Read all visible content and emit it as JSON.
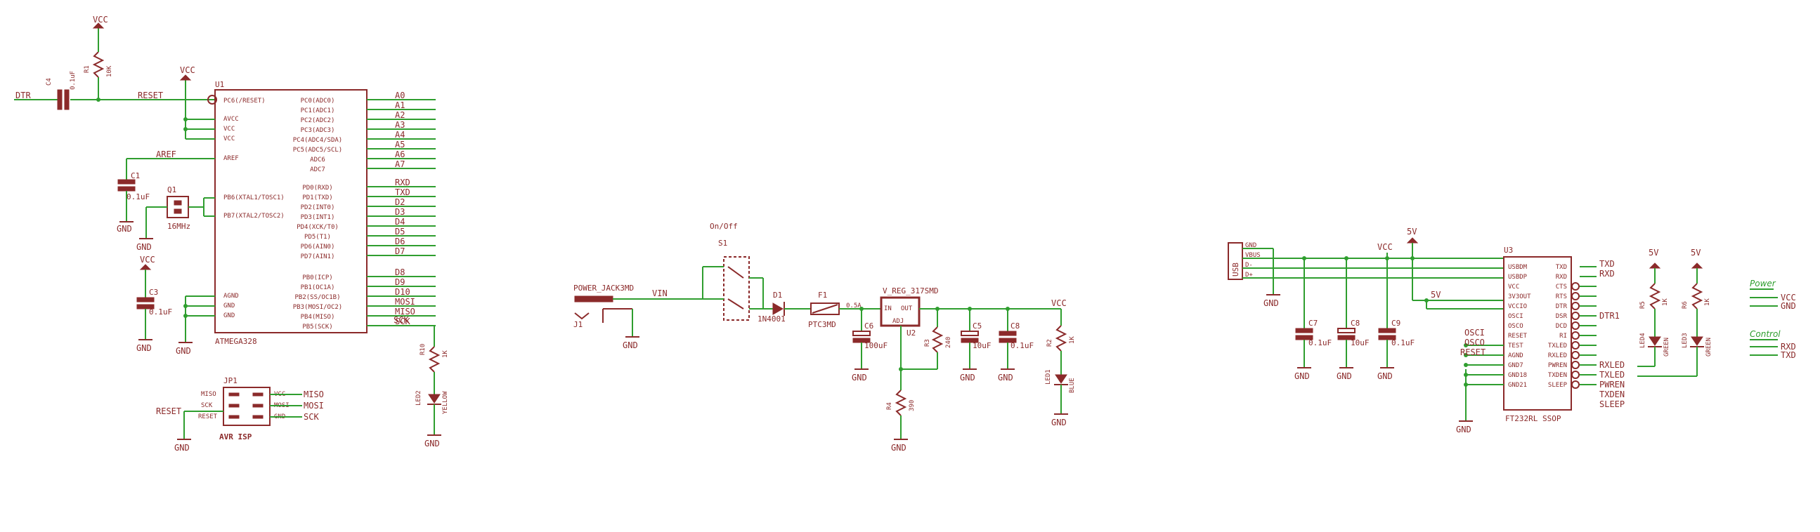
{
  "colors": {
    "wire": "#2f9e2f",
    "component": "#8b2a2a",
    "background": "#ffffff"
  },
  "mcu": {
    "ref": "U1",
    "part": "ATMEGA328",
    "left_pins": [
      "PC6(/RESET)",
      "AVCC",
      "VCC",
      "VCC",
      "AREF",
      "PB6(XTAL1/TOSC1)",
      "PB7(XTAL2/TOSC2)",
      "AGND",
      "GND",
      "GND"
    ],
    "right_pins_c": [
      "PC0(ADC0)",
      "PC1(ADC1)",
      "PC2(ADC2)",
      "PC3(ADC3)",
      "PC4(ADC4/SDA)",
      "PC5(ADC5/SCL)",
      "ADC6",
      "ADC7"
    ],
    "right_pins_d": [
      "PD0(RXD)",
      "PD1(TXD)",
      "PD2(INT0)",
      "PD3(INT1)",
      "PD4(XCK/T0)",
      "PD5(T1)",
      "PD6(AIN0)",
      "PD7(AIN1)"
    ],
    "right_pins_b": [
      "PB0(ICP)",
      "PB1(OC1A)",
      "PB2(SS/OC1B)",
      "PB3(MOSI/OC2)",
      "PB4(MISO)",
      "PB5(SCK)"
    ],
    "nets_c": [
      "A0",
      "A1",
      "A2",
      "A3",
      "A4",
      "A5",
      "A6",
      "A7"
    ],
    "nets_d": [
      "RXD",
      "TXD",
      "D2",
      "D3",
      "D4",
      "D5",
      "D6",
      "D7"
    ],
    "nets_b": [
      "D8",
      "D9",
      "D10",
      "MOSI",
      "MISO",
      "SCK"
    ]
  },
  "labels": {
    "vcc": "VCC",
    "gnd": "GND",
    "v5": "5V",
    "reset": "RESET",
    "aref": "AREF",
    "dtr": "DTR",
    "mosi": "MOSI",
    "miso": "MISO",
    "sck": "SCK",
    "rxd": "RXD",
    "txd": "TXD",
    "vin": "VIN",
    "osci": "OSCI",
    "osco": "OSCO",
    "dtr1": "DTR1",
    "rxled": "RXLED",
    "txled": "TXLED",
    "pwren": "PWREN",
    "txden": "TXDEN",
    "sleep": "SLEEP"
  },
  "parts": {
    "r_reset": "R1",
    "r_reset_val": "10K",
    "c_dtr": "C4",
    "c_dtr_val": "0.1uF",
    "c_aref": "C1",
    "c_aref_val": "0.1uF",
    "crystal": "Q1",
    "crystal_val": "16MHz",
    "c_vcc": "C3",
    "c_vcc_val": "0.1uF",
    "isp": "JP1",
    "isp_name": "AVR ISP",
    "isp_pins_left": [
      "MISO",
      "SCK",
      "RESET"
    ],
    "isp_pins_right": [
      "VCC",
      "MOSI",
      "GND"
    ],
    "led_sck_r": "R10",
    "led_sck_r_val": "1K",
    "led_sck": "LED2",
    "led_sck_col": "YELLOW",
    "jack": "POWER_JACK3MD",
    "jack_ref": "J1",
    "switch": "S1",
    "switch_name": "On/Off",
    "diode": "D1",
    "diode_val": "1N4001",
    "fuse": "F1",
    "fuse_val": "PTC3MD",
    "fuse_rating": "0.5A",
    "c_in": "C6",
    "c_in_val": "100uF",
    "vreg": "V_REG_317SMD",
    "vreg_ref": "U2",
    "vreg_in": "IN",
    "vreg_out": "OUT",
    "vreg_adj": "ADJ",
    "r_adj1": "R3",
    "r_adj1_val": "240",
    "r_adj2": "R4",
    "r_adj2_val": "390",
    "c_out1": "C5",
    "c_out1_val": "10uF",
    "c_out2": "C8",
    "c_out2_val": "0.1uF",
    "r_pwr": "R2",
    "r_pwr_val": "1K",
    "led_pwr": "LED1",
    "led_pwr_col": "BLUE",
    "usb": "USB",
    "usb_pins": [
      "GND",
      "VBUS",
      "D-",
      "D+"
    ],
    "ftdi": "U3",
    "ftdi_part": "FT232RL SSOP",
    "ftdi_left": [
      "USBDM",
      "USBDP",
      "VCC",
      "3V3OUT",
      "VCCIO",
      "OSCI",
      "OSCO",
      "RESET",
      "TEST",
      "AGND",
      "GND7",
      "GND18",
      "GND21"
    ],
    "ftdi_right": [
      "TXD",
      "RXD",
      "CTS",
      "RTS",
      "DTR",
      "DSR",
      "DCD",
      "RI",
      "TXLED",
      "RXLED",
      "PWREN",
      "TXDEN",
      "SLEEP"
    ],
    "c7": "C7",
    "c7_val": "0.1uF",
    "c8b": "C8",
    "c8b_val": "10uF",
    "c9": "C9",
    "c9_val": "0.1uF",
    "r_rxled": "R5",
    "r_rxled_val": "1K",
    "r_txled": "R6",
    "r_txled_val": "1K",
    "led_rx": "LED4",
    "led_rx_col": "GREEN",
    "led_tx": "LED3",
    "led_tx_col": "GREEN"
  },
  "sections": {
    "power": "Power",
    "control": "Control"
  }
}
